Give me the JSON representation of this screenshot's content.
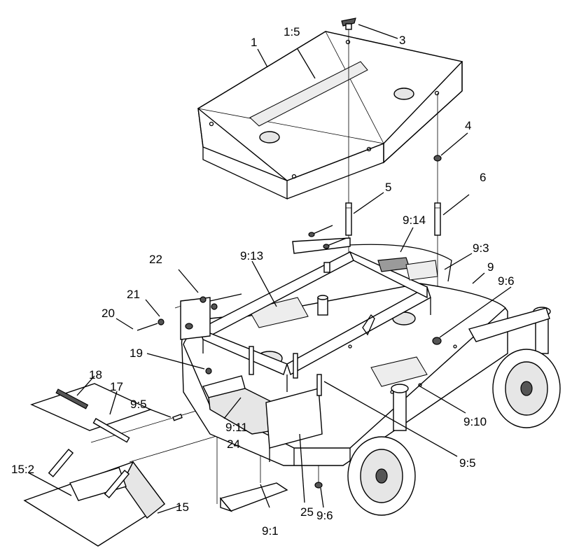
{
  "callouts": [
    {
      "id": "c1",
      "label": "1"
    },
    {
      "id": "c1_5",
      "label": "1:5"
    },
    {
      "id": "c3",
      "label": "3"
    },
    {
      "id": "c4",
      "label": "4"
    },
    {
      "id": "c5",
      "label": "5"
    },
    {
      "id": "c6",
      "label": "6"
    },
    {
      "id": "c9_14",
      "label": "9:14"
    },
    {
      "id": "c9_3",
      "label": "9:3"
    },
    {
      "id": "c9",
      "label": "9"
    },
    {
      "id": "c9_13",
      "label": "9:13"
    },
    {
      "id": "c22",
      "label": "22"
    },
    {
      "id": "c21",
      "label": "21"
    },
    {
      "id": "c20",
      "label": "20"
    },
    {
      "id": "c9_6a",
      "label": "9:6"
    },
    {
      "id": "c19",
      "label": "19"
    },
    {
      "id": "c18",
      "label": "18"
    },
    {
      "id": "c17",
      "label": "17"
    },
    {
      "id": "c9_5a",
      "label": "9:5"
    },
    {
      "id": "c9_11",
      "label": "9:11"
    },
    {
      "id": "c24",
      "label": "24"
    },
    {
      "id": "c9_10",
      "label": "9:10"
    },
    {
      "id": "c9_5b",
      "label": "9:5"
    },
    {
      "id": "c15_2",
      "label": "15:2"
    },
    {
      "id": "c15",
      "label": "15"
    },
    {
      "id": "c25",
      "label": "25"
    },
    {
      "id": "c9_1",
      "label": "9:1"
    },
    {
      "id": "c9_6b",
      "label": "9:6"
    }
  ]
}
